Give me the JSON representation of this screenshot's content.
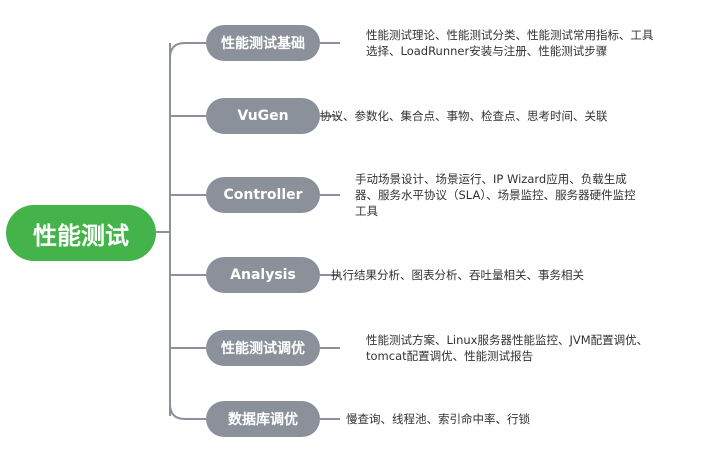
{
  "root": {
    "label": "性能测试"
  },
  "branches": [
    {
      "label": "性能测试基础",
      "lines": [
        "性能测试理论、性能测试分类、性能测试常用指标、工具",
        "选择、LoadRunner安装与注册、性能测试步骤"
      ]
    },
    {
      "label": "VuGen",
      "lines": [
        "协议、参数化、集合点、事物、检查点、思考时间、关联"
      ]
    },
    {
      "label": "Controller",
      "lines": [
        "手动场景设计、场景运行、IP Wizard应用、负载生成",
        "器、服务水平协议（SLA）、场景监控、服务器硬件监控",
        "工具"
      ]
    },
    {
      "label": "Analysis",
      "lines": [
        "执行结果分析、图表分析、吞吐量相关、事务相关"
      ]
    },
    {
      "label": "性能测试调优",
      "lines": [
        "性能测试方案、Linux服务器性能监控、JVM配置调优、",
        "tomcat配置调优、性能测试报告"
      ]
    },
    {
      "label": "数据库调优",
      "lines": [
        "慢查询、线程池、索引命中率、行锁"
      ]
    }
  ],
  "colors": {
    "root": "#44b34a",
    "branch": "#8b919b",
    "line": "#8b919b"
  }
}
